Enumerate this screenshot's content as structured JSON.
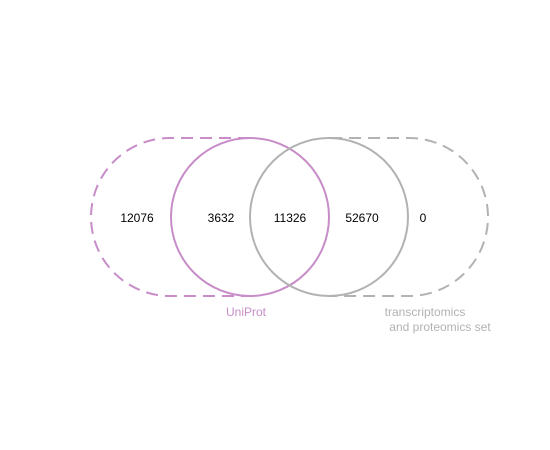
{
  "colors": {
    "uniprot": "#c88dc8",
    "transcriptomics_proteomics": "#b2b2b2",
    "text": "#000000"
  },
  "sets": {
    "uniprot": {
      "label": "UniProt"
    },
    "transcriptomics_proteomics": {
      "label_line1": "transcriptomics",
      "label_line2": "and proteomics set"
    }
  },
  "regions": {
    "uniprot_outer": "12076",
    "uniprot_only": "3632",
    "intersection": "11326",
    "transcriptomics_proteomics_only": "52670",
    "transcriptomics_proteomics_outer": "0"
  }
}
